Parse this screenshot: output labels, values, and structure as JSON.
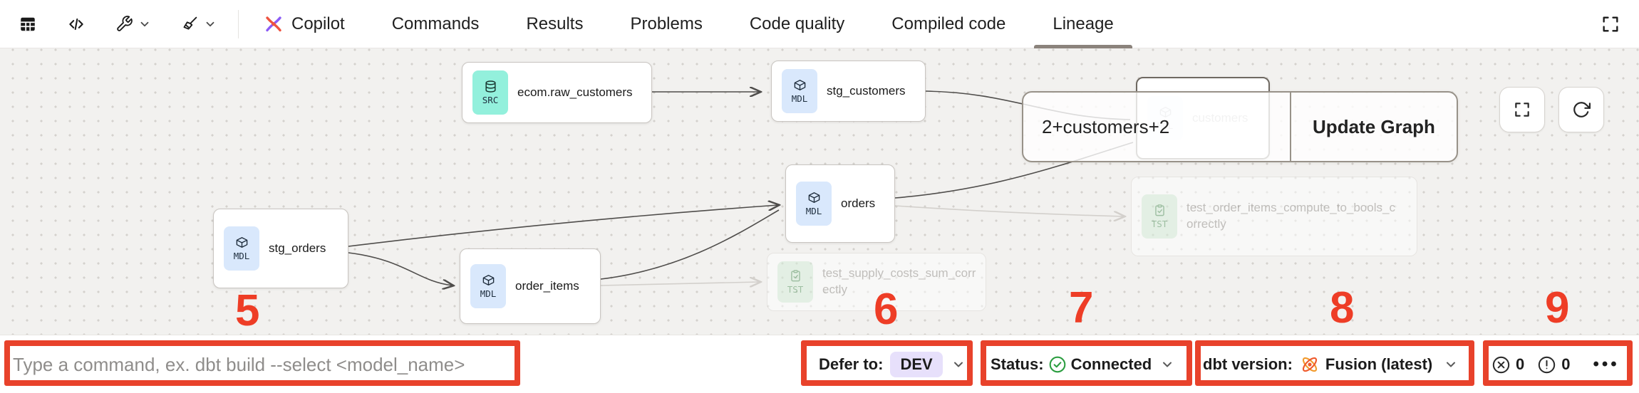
{
  "toolbar": {
    "tabs": [
      {
        "label": "Copilot"
      },
      {
        "label": "Commands"
      },
      {
        "label": "Results"
      },
      {
        "label": "Problems"
      },
      {
        "label": "Code quality"
      },
      {
        "label": "Compiled code"
      },
      {
        "label": "Lineage"
      }
    ],
    "active_tab": "Lineage"
  },
  "canvas": {
    "nodes": [
      {
        "id": "ecom.raw_customers",
        "badge": "SRC",
        "label": "ecom.raw_customers"
      },
      {
        "id": "stg_customers",
        "badge": "MDL",
        "label": "stg_customers"
      },
      {
        "id": "customers",
        "badge": "MDL",
        "label": "customers",
        "state": "selected-faded"
      },
      {
        "id": "orders",
        "badge": "MDL",
        "label": "orders"
      },
      {
        "id": "stg_orders",
        "badge": "MDL",
        "label": "stg_orders"
      },
      {
        "id": "order_items",
        "badge": "MDL",
        "label": "order_items"
      },
      {
        "id": "test_order_items_compute_to_bools_correctly",
        "badge": "TST",
        "label": "test_order_items_compute_to_bools_correctly",
        "state": "faded"
      },
      {
        "id": "test_supply_costs_sum_correctly",
        "badge": "TST",
        "label": "test_supply_costs_sum_correctly",
        "state": "faded"
      }
    ],
    "edges": [
      {
        "from": "ecom.raw_customers",
        "to": "stg_customers",
        "style": "solid"
      },
      {
        "from": "stg_customers",
        "to": "customers",
        "style": "solid"
      },
      {
        "from": "stg_orders",
        "to": "orders",
        "style": "solid"
      },
      {
        "from": "stg_orders",
        "to": "order_items",
        "style": "solid"
      },
      {
        "from": "order_items",
        "to": "orders",
        "style": "solid"
      },
      {
        "from": "orders",
        "to": "customers",
        "style": "solid"
      },
      {
        "from": "orders",
        "to": "test_order_items_compute_to_bools_correctly",
        "style": "faint"
      },
      {
        "from": "order_items",
        "to": "test_supply_costs_sum_correctly",
        "style": "faint"
      }
    ],
    "selector_value": "2+customers+2",
    "update_graph_label": "Update Graph"
  },
  "bottom_bar": {
    "command_placeholder": "Type a command, ex. dbt build --select <model_name>",
    "defer": {
      "label": "Defer to:",
      "value": "DEV"
    },
    "status": {
      "label": "Status:",
      "value": "Connected"
    },
    "version": {
      "label": "dbt version:",
      "value": "Fusion (latest)"
    },
    "counts": {
      "error_count": "0",
      "warning_count": "0",
      "more_label": "•••"
    }
  },
  "annotations": {
    "numbers": [
      "5",
      "6",
      "7",
      "8",
      "9"
    ]
  },
  "colors": {
    "annotation_red": "#e8422b",
    "src_badge": "#93f0dc",
    "mdl_badge": "#d9e8fc",
    "tst_badge": "#d6efdb",
    "dev_pill": "#e7e0fb",
    "status_green": "#2a9d3f",
    "fusion_orange": "#ef5b2d",
    "copilot_orange": "#ee5340",
    "copilot_purple": "#8b5cf6"
  }
}
